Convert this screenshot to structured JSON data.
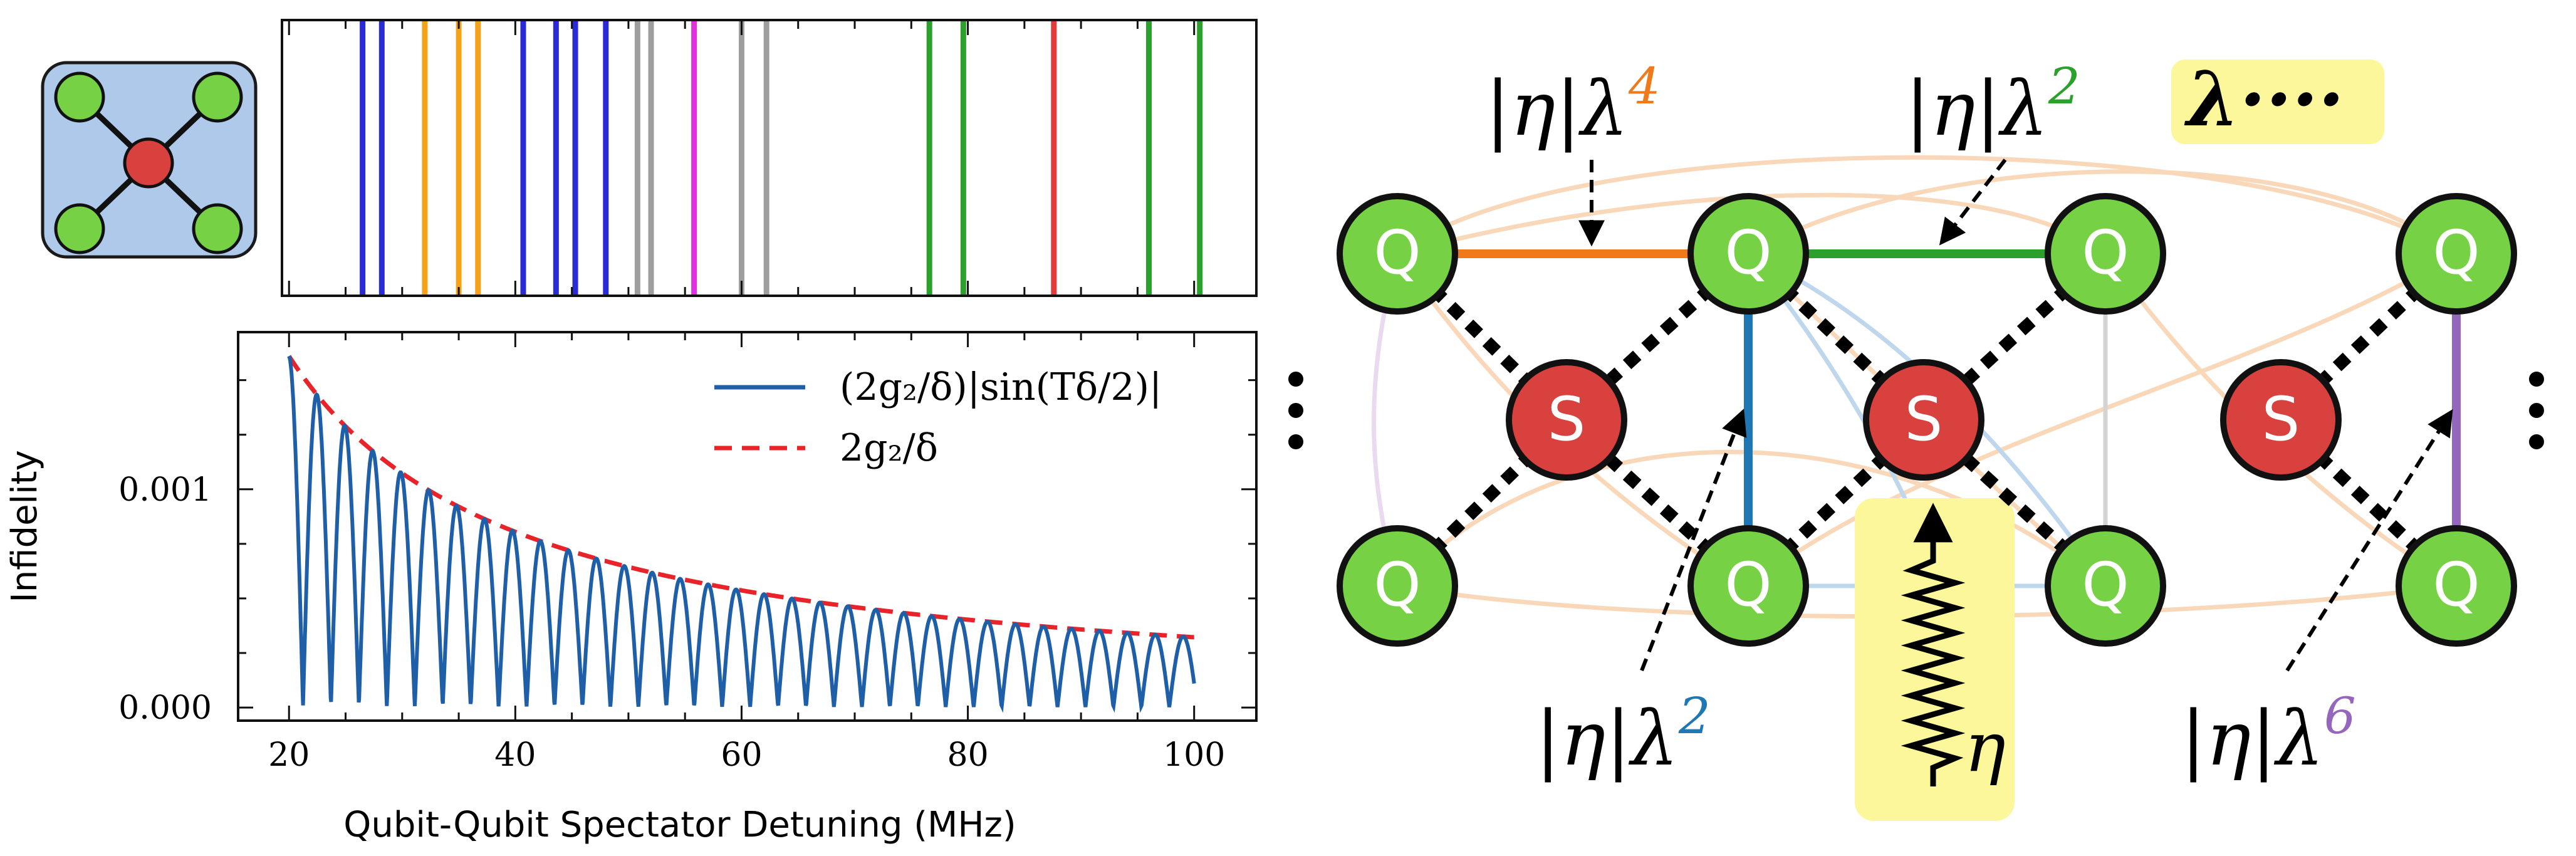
{
  "top_strip": {
    "lines": [
      {
        "x": 26.5,
        "color": "#2b2bd6"
      },
      {
        "x": 28.2,
        "color": "#2b2bd6"
      },
      {
        "x": 32.0,
        "color": "#f5a11a"
      },
      {
        "x": 35.0,
        "color": "#f5a11a"
      },
      {
        "x": 36.7,
        "color": "#f5a11a"
      },
      {
        "x": 40.7,
        "color": "#2b2bd6"
      },
      {
        "x": 43.6,
        "color": "#2b2bd6"
      },
      {
        "x": 45.3,
        "color": "#2b2bd6"
      },
      {
        "x": 48.0,
        "color": "#2b2bd6"
      },
      {
        "x": 50.8,
        "color": "#9e9e9e"
      },
      {
        "x": 52.0,
        "color": "#9e9e9e"
      },
      {
        "x": 55.8,
        "color": "#e030e0"
      },
      {
        "x": 60.0,
        "color": "#9e9e9e"
      },
      {
        "x": 62.2,
        "color": "#9e9e9e"
      },
      {
        "x": 76.6,
        "color": "#2ca02c"
      },
      {
        "x": 79.6,
        "color": "#2ca02c"
      },
      {
        "x": 87.6,
        "color": "#e33b3b"
      },
      {
        "x": 96.0,
        "color": "#2ca02c"
      },
      {
        "x": 100.5,
        "color": "#2ca02c"
      }
    ]
  },
  "chart_data": {
    "type": "line",
    "xlabel": "Qubit-Qubit Spectator Detuning (MHz)",
    "ylabel": "Infidelity",
    "xlim": [
      15.5,
      105.5
    ],
    "ylim": [
      -6e-05,
      0.00172
    ],
    "xticks": [
      20,
      40,
      60,
      80,
      100
    ],
    "xtick_labels": [
      "20",
      "40",
      "60",
      "80",
      "100"
    ],
    "yticks": [
      0.0,
      0.001
    ],
    "ytick_labels": [
      "0.000",
      "0.001"
    ],
    "series": [
      {
        "name": "(2g₂/δ)|sin(Tδ/2)|",
        "color": "#1f5fa8",
        "style": "solid",
        "formula": "A/x * |cos(pi*(x-20)/2.47)|",
        "A": 0.0322,
        "x_range": [
          20,
          100
        ]
      },
      {
        "name": "2g₂/δ",
        "color": "#e8242a",
        "style": "dashed",
        "formula": "A/x",
        "A": 0.0322,
        "x_range": [
          20,
          100
        ]
      }
    ],
    "legend_position": "top-right",
    "grid": false
  },
  "diagram": {
    "qubit_label": "Q",
    "spectator_label": "S",
    "labels": {
      "top_left": {
        "prefix": "|η|λ",
        "exp": "4",
        "color": "#f07a1a"
      },
      "top_middle": {
        "prefix": "|η|λ",
        "exp": "2",
        "color": "#2ca02c"
      },
      "bottom_left": {
        "prefix": "|η|λ",
        "exp": "2",
        "color": "#1f77b4"
      },
      "bottom_right": {
        "prefix": "|η|λ",
        "exp": "6",
        "color": "#9467bd"
      },
      "noise": {
        "text": "η"
      },
      "higher_order": {
        "text": "λ····"
      }
    },
    "colors": {
      "qubit_fill": "#76d144",
      "spectator_fill": "#d9413e",
      "highlight": "#fbf79a",
      "icon_bg": "#aec9ea"
    }
  }
}
